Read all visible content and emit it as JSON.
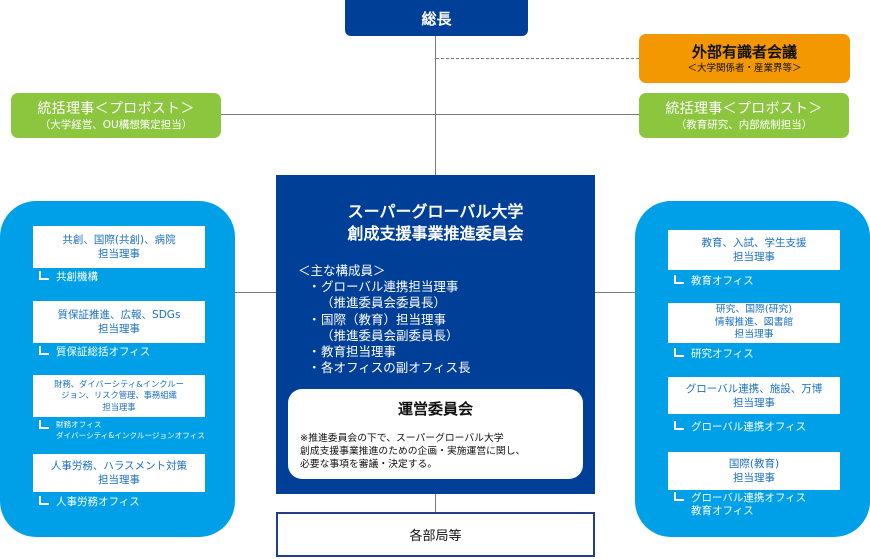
{
  "colors": {
    "president": "#003f98",
    "external": "#f39800",
    "provost": "#8cc63f",
    "committee": "#003f98",
    "side_panel": "#00a0e9",
    "exec_text": "#1a6fc0"
  },
  "president": {
    "label": "総長"
  },
  "external_committee": {
    "title": "外部有識者会議",
    "subtitle": "＜大学関係者・産業界等＞"
  },
  "provosts": [
    {
      "title": "統括理事＜プロボスト＞",
      "subtitle": "（大学経営、OU構想策定担当）"
    },
    {
      "title": "統括理事＜プロボスト＞",
      "subtitle": "（教育研究、内部統制担当）"
    }
  ],
  "central_committee": {
    "title_lines": [
      "スーパーグローバル大学",
      "創成支援事業推進委員会"
    ],
    "members_heading": "＜主な構成員＞",
    "members": [
      {
        "bullet": "・",
        "lines": [
          "グローバル連携担当理事",
          "（推進委員会委員長）"
        ]
      },
      {
        "bullet": "・",
        "lines": [
          "国際（教育）担当理事",
          "（推進委員会副委員長）"
        ]
      },
      {
        "bullet": "・",
        "lines": [
          "教育担当理事"
        ]
      },
      {
        "bullet": "・",
        "lines": [
          "各オフィスの副オフィス長"
        ]
      }
    ],
    "steering": {
      "title": "運営委員会",
      "description_lines": [
        "※推進委員会の下で、スーパーグローバル大学",
        "創成支援事業推進のための企画・実施運営に関し、",
        "必要な事項を審議・決定する。"
      ]
    }
  },
  "departments": {
    "label": "各部局等"
  },
  "left_panel": {
    "groups": [
      {
        "exec_lines": [
          "共創、国際(共創)、病院",
          "担当理事"
        ],
        "offices": [
          "共創機構"
        ]
      },
      {
        "exec_lines": [
          "質保証推進、広報、SDGs",
          "担当理事"
        ],
        "offices": [
          "質保証総括オフィス"
        ]
      },
      {
        "exec_lines": [
          "財務、ダイバーシティ&インクルー",
          "ジョン、リスク管理、事務組織",
          "担当理事"
        ],
        "offices": [
          "財務オフィス",
          "ダイバーシティ&インクルージョンオフィス"
        ]
      },
      {
        "exec_lines": [
          "人事労務、ハラスメント対策",
          "担当理事"
        ],
        "offices": [
          "人事労務オフィス"
        ]
      }
    ]
  },
  "right_panel": {
    "groups": [
      {
        "exec_lines": [
          "教育、入試、学生支援",
          "担当理事"
        ],
        "offices": [
          "教育オフィス"
        ]
      },
      {
        "exec_lines": [
          "研究、国際(研究)",
          "情報推進、図書館",
          "担当理事"
        ],
        "offices": [
          "研究オフィス"
        ]
      },
      {
        "exec_lines": [
          "グローバル連携、施設、万博",
          "担当理事"
        ],
        "offices": [
          "グローバル連携オフィス"
        ]
      },
      {
        "exec_lines": [
          "国際(教育)",
          "担当理事"
        ],
        "offices": [
          "グローバル連携オフィス",
          "教育オフィス"
        ]
      }
    ]
  }
}
